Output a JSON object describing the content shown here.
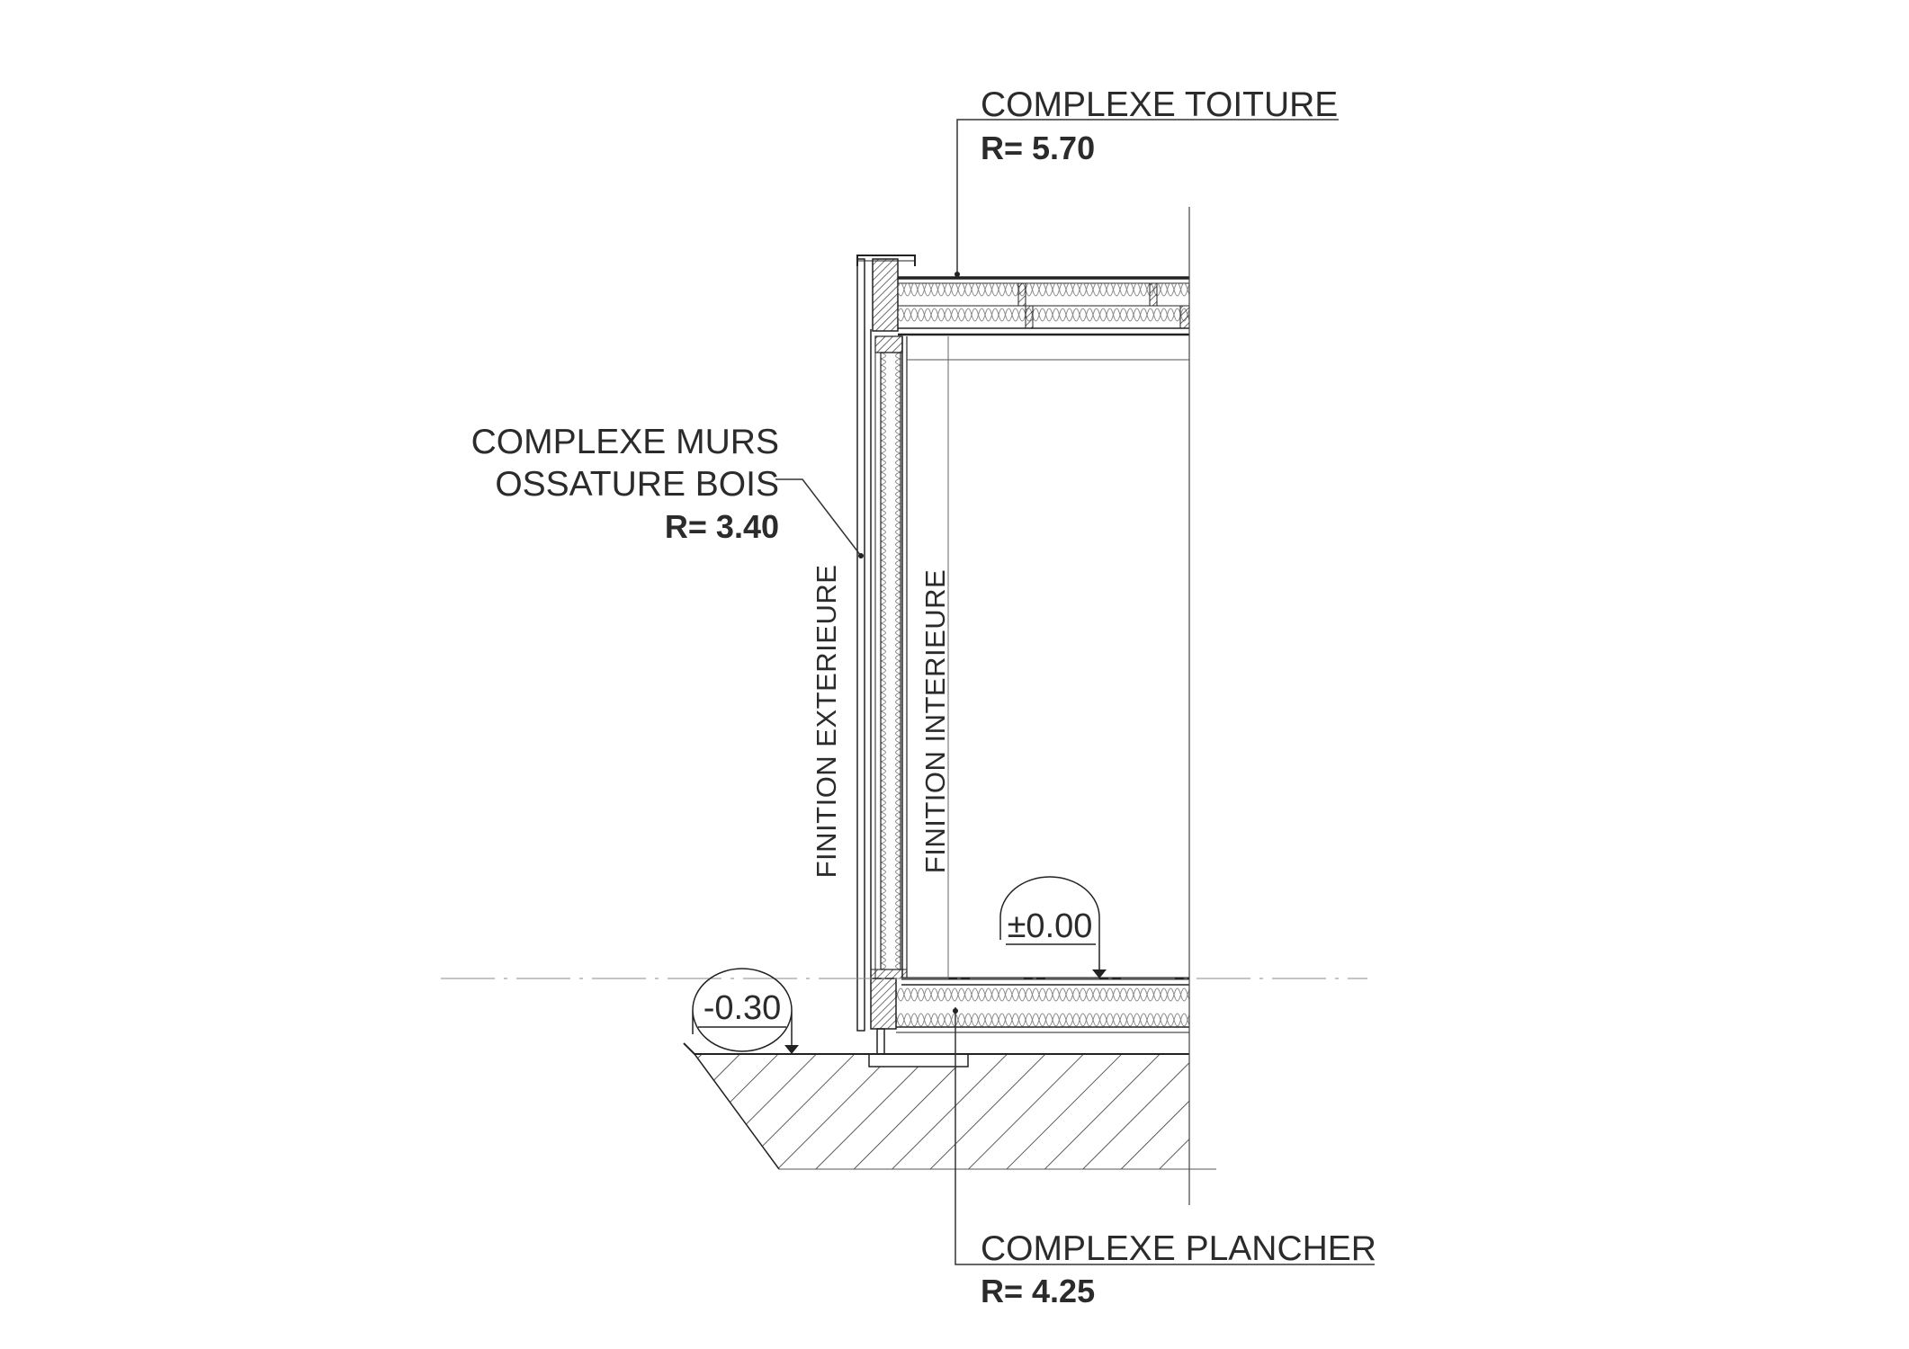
{
  "roof": {
    "label": "COMPLEXE TOITURE",
    "r_value": "R= 5.70"
  },
  "wall": {
    "line1": "COMPLEXE MURS",
    "line2": "OSSATURE BOIS",
    "r_value": "R= 3.40"
  },
  "floor": {
    "label": "COMPLEXE PLANCHER",
    "r_value": "R= 4.25"
  },
  "finish": {
    "exterior": "FINITION EXTERIEURE",
    "interior": "FINITION INTERIEURE"
  },
  "levels": {
    "floor_level": "±0.00",
    "ground_level": "-0.30"
  },
  "colors": {
    "ink": "#2b2b2b",
    "paper": "#ffffff"
  }
}
